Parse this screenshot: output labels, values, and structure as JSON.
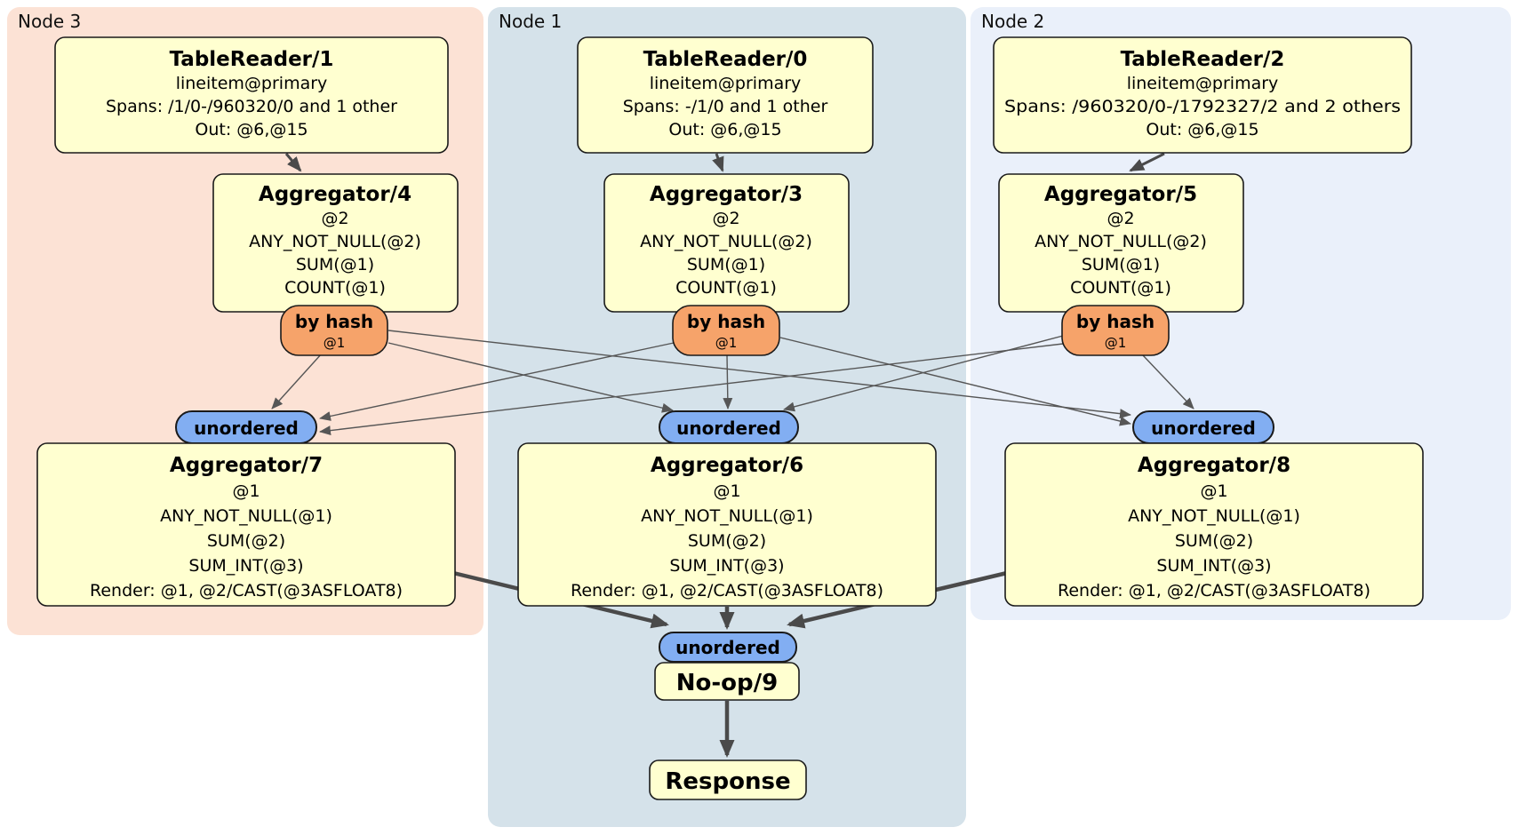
{
  "colors": {
    "node3_bg": "#fce2d5",
    "node1_bg": "#d5e2ea",
    "node2_bg": "#eaf0fa",
    "processor_bg": "#ffffd0",
    "router_bg": "#f6a36a",
    "sync_bg": "#82aef2",
    "border": "#1a1a1a",
    "edge": "#4a4a4a"
  },
  "regions": {
    "node3": {
      "label": "Node 3"
    },
    "node1": {
      "label": "Node 1"
    },
    "node2": {
      "label": "Node 2"
    }
  },
  "processors": {
    "tablereader1": {
      "title": "TableReader/1",
      "lines": [
        "lineitem@primary",
        "Spans: /1/0-/960320/0 and 1 other",
        "Out: @6,@15"
      ]
    },
    "tablereader0": {
      "title": "TableReader/0",
      "lines": [
        "lineitem@primary",
        "Spans: -/1/0 and 1 other",
        "Out: @6,@15"
      ]
    },
    "tablereader2": {
      "title": "TableReader/2",
      "lines": [
        "lineitem@primary",
        "Spans: /960320/0-/1792327/2 and 2 others",
        "Out: @6,@15"
      ]
    },
    "aggregator4": {
      "title": "Aggregator/4",
      "lines": [
        "@2",
        "ANY_NOT_NULL(@2)",
        "SUM(@1)",
        "COUNT(@1)"
      ]
    },
    "aggregator3": {
      "title": "Aggregator/3",
      "lines": [
        "@2",
        "ANY_NOT_NULL(@2)",
        "SUM(@1)",
        "COUNT(@1)"
      ]
    },
    "aggregator5": {
      "title": "Aggregator/5",
      "lines": [
        "@2",
        "ANY_NOT_NULL(@2)",
        "SUM(@1)",
        "COUNT(@1)"
      ]
    },
    "aggregator7": {
      "title": "Aggregator/7",
      "lines": [
        "@1",
        "ANY_NOT_NULL(@1)",
        "SUM(@2)",
        "SUM_INT(@3)",
        "Render: @1, @2/CAST(@3ASFLOAT8)"
      ]
    },
    "aggregator6": {
      "title": "Aggregator/6",
      "lines": [
        "@1",
        "ANY_NOT_NULL(@1)",
        "SUM(@2)",
        "SUM_INT(@3)",
        "Render: @1, @2/CAST(@3ASFLOAT8)"
      ]
    },
    "aggregator8": {
      "title": "Aggregator/8",
      "lines": [
        "@1",
        "ANY_NOT_NULL(@1)",
        "SUM(@2)",
        "SUM_INT(@3)",
        "Render: @1, @2/CAST(@3ASFLOAT8)"
      ]
    },
    "noop9": {
      "title": "No-op/9"
    },
    "response": {
      "title": "Response"
    }
  },
  "routers": {
    "hash_node3": {
      "label": "by hash",
      "key": "@1"
    },
    "hash_node1": {
      "label": "by hash",
      "key": "@1"
    },
    "hash_node2": {
      "label": "by hash",
      "key": "@1"
    }
  },
  "synchronizers": {
    "left": {
      "label": "unordered"
    },
    "center": {
      "label": "unordered"
    },
    "right": {
      "label": "unordered"
    },
    "final": {
      "label": "unordered"
    }
  }
}
